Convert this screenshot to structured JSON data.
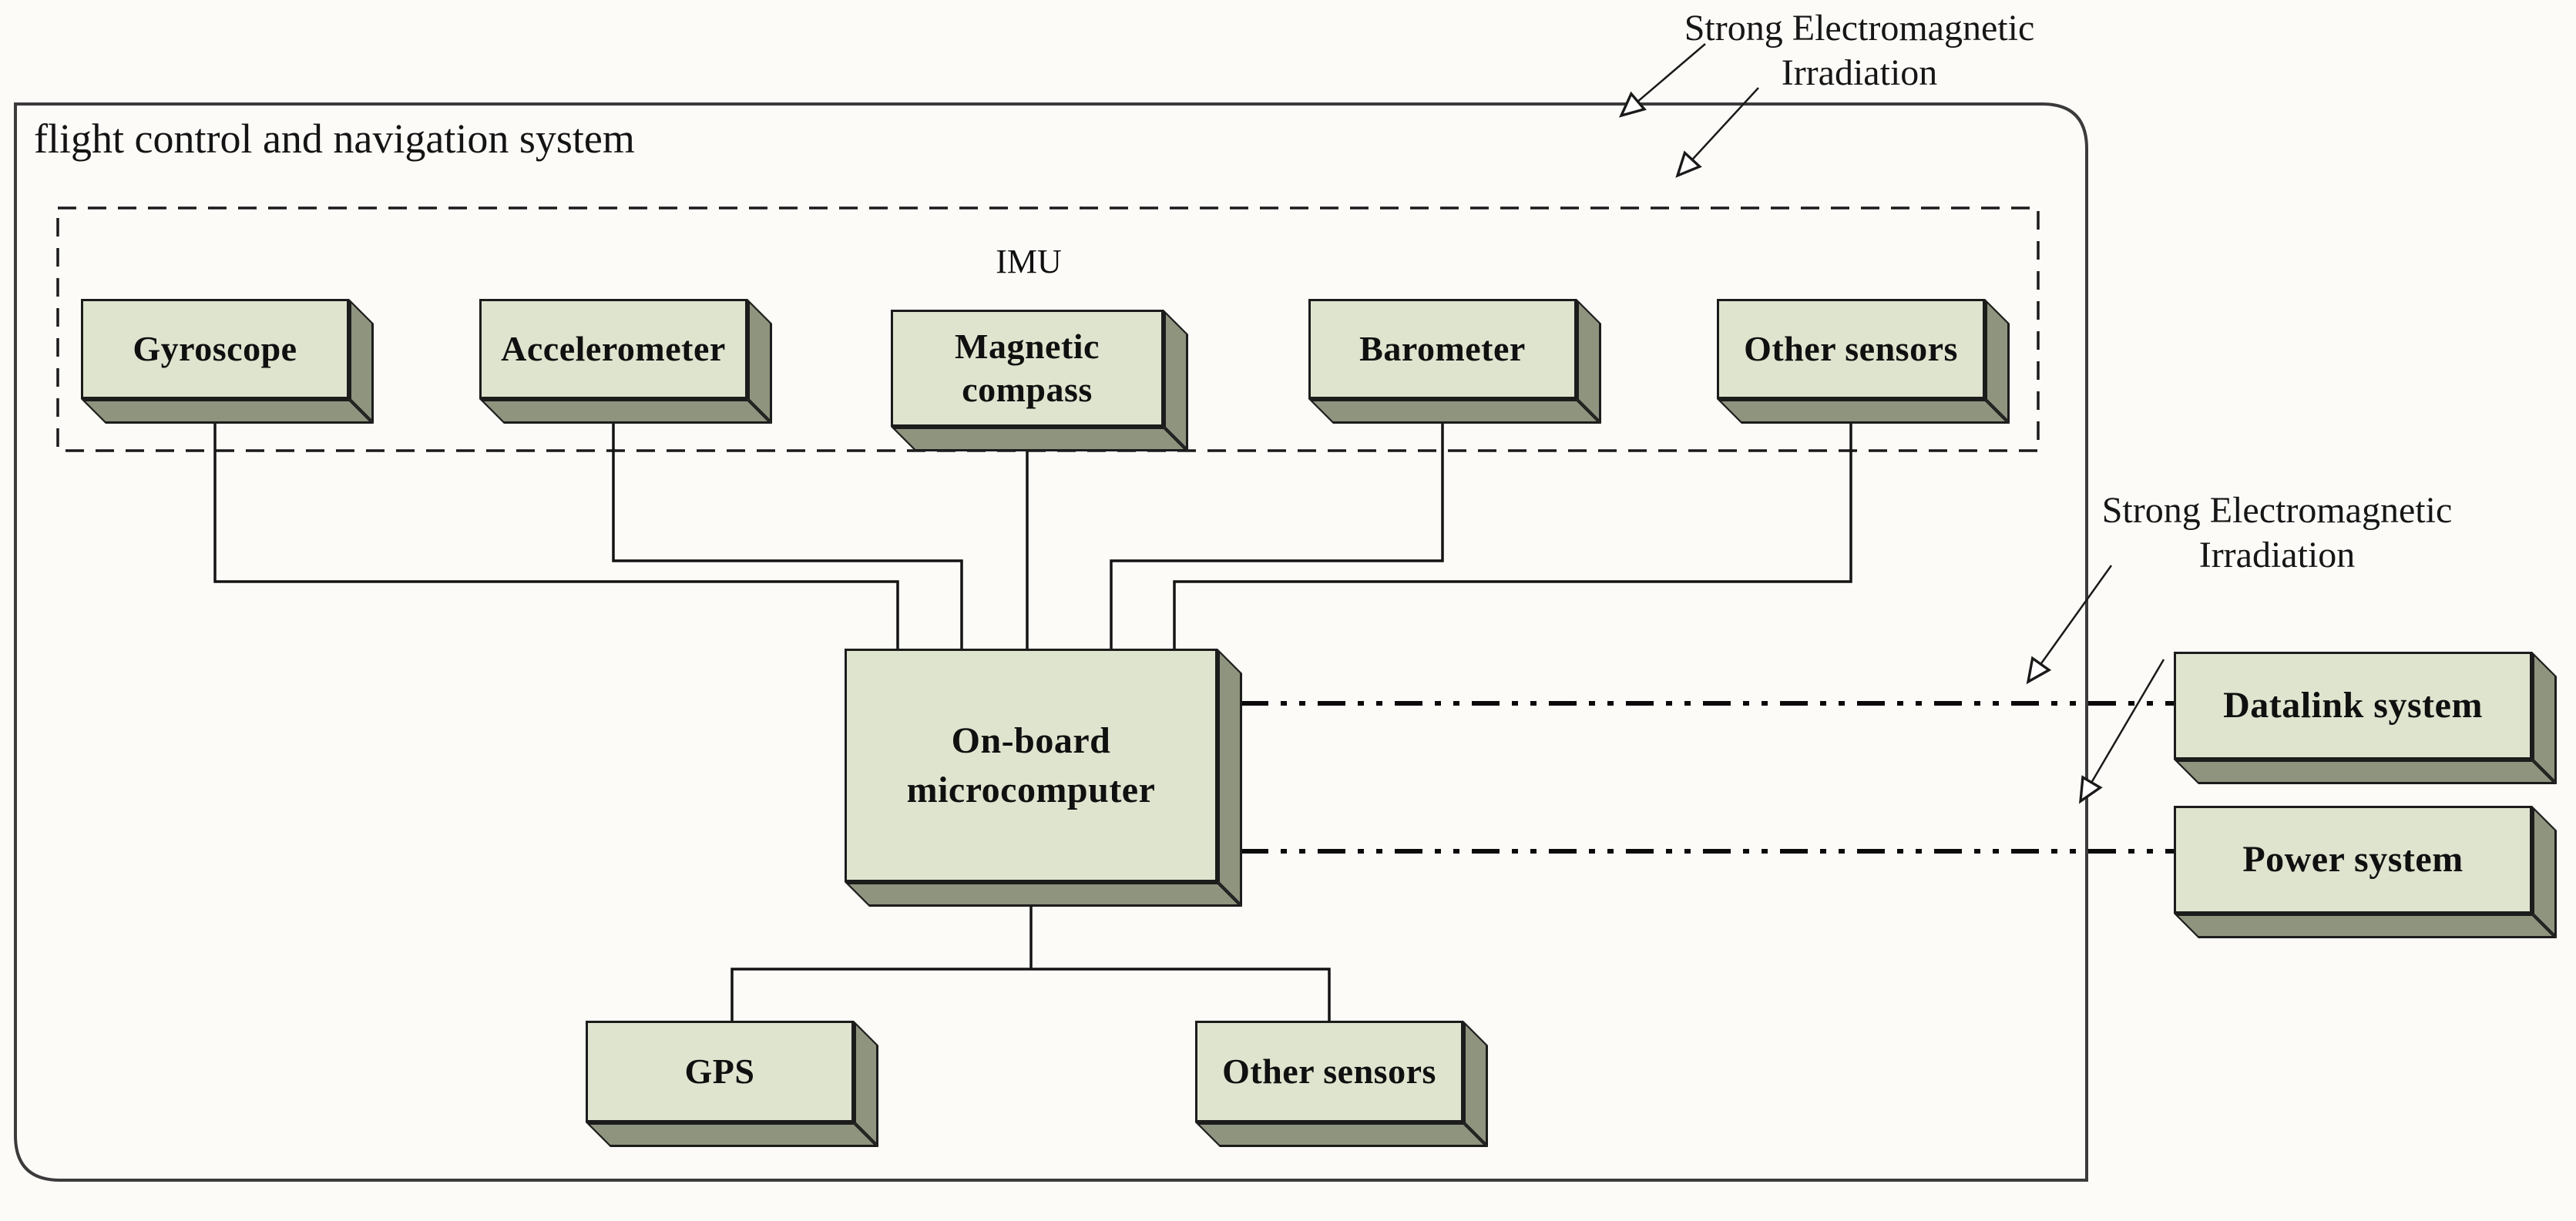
{
  "system": {
    "title": "flight control and navigation system",
    "imu_group_label": "IMU",
    "sensors": [
      {
        "label": "Gyroscope"
      },
      {
        "label": "Accelerometer"
      },
      {
        "label": "Magnetic\ncompass"
      },
      {
        "label": "Barometer"
      },
      {
        "label": "Other sensors"
      }
    ],
    "computer": {
      "label": "On-board\nmicrocomputer"
    },
    "bottom_units": [
      {
        "label": "GPS"
      },
      {
        "label": "Other sensors"
      }
    ]
  },
  "external_systems": [
    {
      "label": "Datalink system"
    },
    {
      "label": "Power system"
    }
  ],
  "annotations": {
    "emi_top": "Strong Electromagnetic\nIrradiation",
    "emi_right": "Strong Electromagnetic\nIrradiation"
  },
  "colors": {
    "box_face": "#dfe4cf",
    "box_side": "#8e947e",
    "box_border": "#1c1c1c",
    "line": "#141414",
    "outer_border": "#3b3b3b",
    "background": "#fcfbf8",
    "text": "#101010"
  }
}
